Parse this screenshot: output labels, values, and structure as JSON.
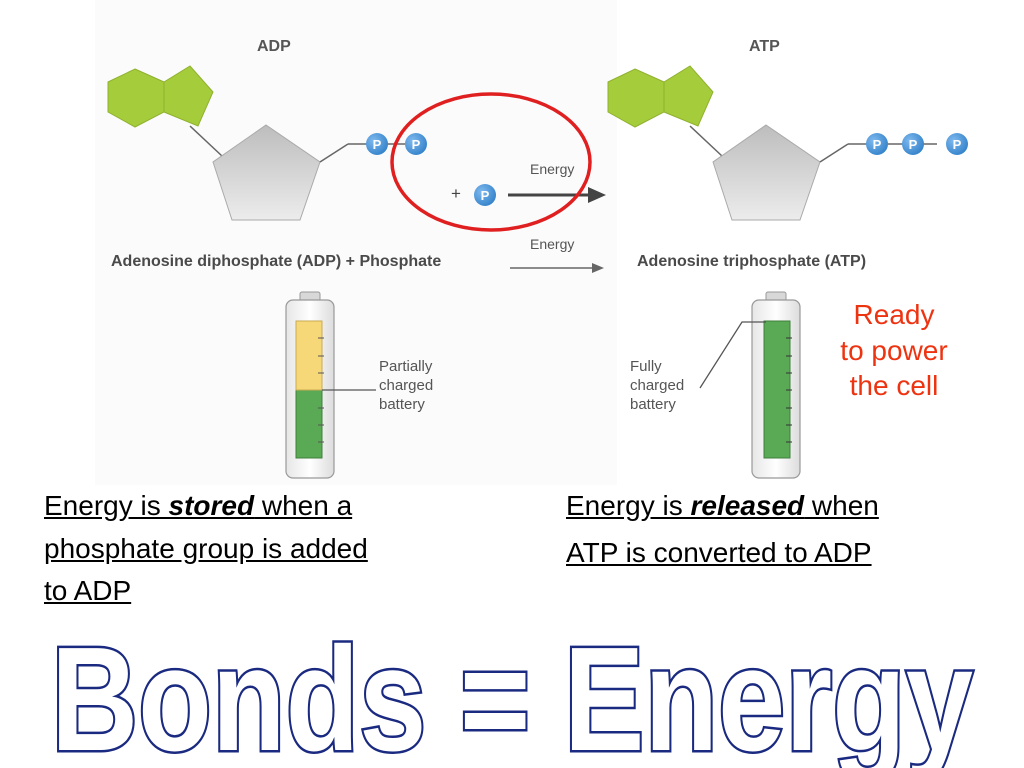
{
  "diagram": {
    "adp_label": "ADP",
    "atp_label": "ATP",
    "plus_sign": "+",
    "phosphate_symbol": "P",
    "energy_label_top": "Energy",
    "energy_label_bottom": "Energy",
    "adp_equation": "Adenosine diphosphate (ADP) + Phosphate",
    "atp_equation": "Adenosine triphosphate (ATP)",
    "partial_battery_label": [
      "Partially",
      "charged",
      "battery"
    ],
    "full_battery_label": [
      "Fully",
      "charged",
      "battery"
    ],
    "ready_text": [
      "Ready",
      "to power",
      "the cell"
    ]
  },
  "captions": {
    "stored_prefix": "Energy is ",
    "stored_word": "stored",
    "stored_suffix": " when a",
    "stored_line2": "phosphate group is added",
    "stored_line3": "to ADP",
    "released_prefix": "Energy is ",
    "released_word": "released",
    "released_suffix": " when",
    "released_line2": "ATP is converted to ADP"
  },
  "title": "Bonds = Energy",
  "colors": {
    "base_green": "#a5cc3a",
    "sugar_gray": "#d6d6d6",
    "phosphate_blue": "#3f8fd6",
    "highlight_red": "#e02020",
    "battery_green": "#5aaa55",
    "battery_yellow": "#f7d878",
    "ready_red": "#ee3311"
  }
}
